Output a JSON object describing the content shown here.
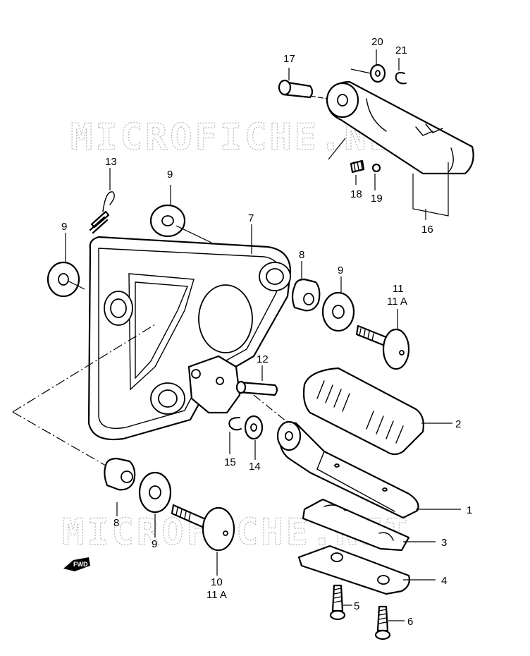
{
  "watermark": {
    "text": "MICROFICHE.NET"
  },
  "direction_badge": {
    "text": "FWD"
  },
  "callouts": {
    "c1": "1",
    "c2": "2",
    "c3": "3",
    "c4": "4",
    "c5": "5",
    "c6": "6",
    "c7": "7",
    "c8_top": "8",
    "c8_bottom": "8",
    "c9_top": "9",
    "c9_left": "9",
    "c9_mid": "9",
    "c9_bottom": "9",
    "c10": "10",
    "c11_top": "11",
    "c11a_top": "11 A",
    "c11_bottom": "11 A",
    "c12": "12",
    "c13": "13",
    "c14": "14",
    "c15": "15",
    "c16": "16",
    "c17": "17",
    "c18": "18",
    "c19": "19",
    "c20": "20",
    "c21": "21"
  },
  "colors": {
    "line": "#000000",
    "background": "#ffffff",
    "watermark": "#b9b9b9"
  }
}
